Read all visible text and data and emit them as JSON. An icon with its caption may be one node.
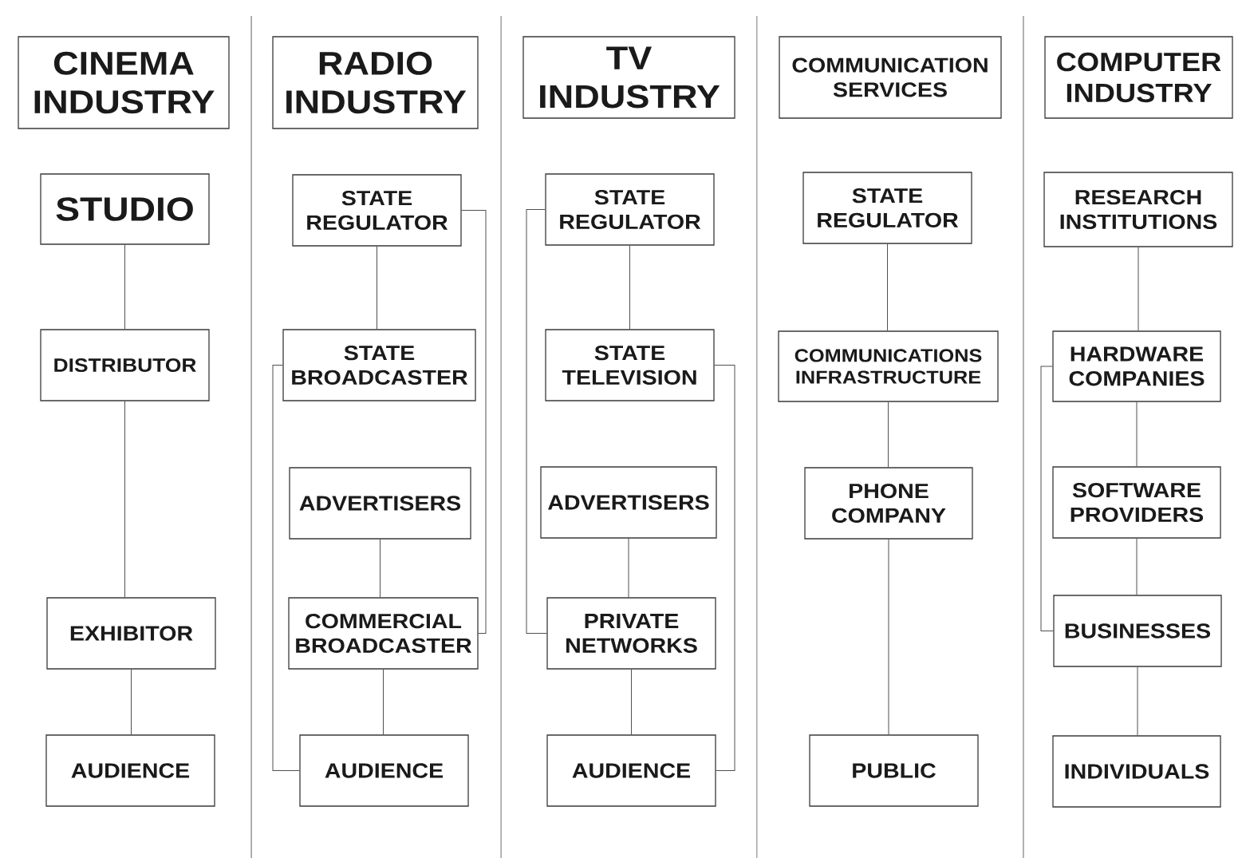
{
  "diagram": {
    "nodes": [
      {
        "text": [
          "CINEMA INDUSTRY"
        ]
      },
      {
        "text": [
          "STUDIO"
        ]
      },
      {
        "text": [
          "DISTRIBUTOR"
        ]
      },
      {
        "text": [
          "EXHIBITOR"
        ]
      },
      {
        "text": [
          "AUDIENCE"
        ]
      },
      {
        "text": [
          "RADIO INDUSTRY"
        ]
      },
      {
        "text": [
          "STATE REGULATOR"
        ]
      },
      {
        "text": [
          "STATE BROADCASTER"
        ]
      },
      {
        "text": [
          "ADVERTISERS"
        ]
      },
      {
        "text": [
          "COMMERCIAL BROADCASTER"
        ]
      },
      {
        "text": [
          "AUDIENCE"
        ]
      },
      {
        "text": [
          "TV INDUSTRY"
        ]
      },
      {
        "text": [
          "STATE REGULATOR"
        ]
      },
      {
        "text": [
          "STATE TELEVISION"
        ]
      },
      {
        "text": [
          "ADVERTISERS"
        ]
      },
      {
        "text": [
          "PRIVATE NETWORKS"
        ]
      },
      {
        "text": [
          "AUDIENCE"
        ]
      },
      {
        "text": [
          "COMMUNICATION SERVICES"
        ]
      },
      {
        "text": [
          "STATE REGULATOR"
        ]
      },
      {
        "text": [
          "COMMUNICATIONS INFRASTRUCTURE"
        ]
      },
      {
        "text": [
          "PHONE COMPANY"
        ]
      },
      {
        "text": [
          "PUBLIC"
        ]
      },
      {
        "text": [
          "COMPUTER INDUSTRY"
        ]
      },
      {
        "text": [
          "RESEARCH INSTITUTIONS"
        ]
      },
      {
        "text": [
          "HARDWARE COMPANIES"
        ]
      },
      {
        "text": [
          "SOFTWARE PROVIDERS"
        ]
      },
      {
        "text": [
          "BUSINESSES"
        ]
      },
      {
        "text": [
          "INDIVIDUALS"
        ]
      }
    ],
    "edges": [
      {
        "from": 1,
        "to": 2,
        "arrow": "none"
      },
      {
        "from": 2,
        "to": 3,
        "arrow": "none"
      },
      {
        "from": 3,
        "to": 4,
        "arrow": "none"
      },
      {
        "from": 6,
        "to": 7,
        "arrow": "none"
      },
      {
        "from": 6,
        "to": 9,
        "arrow": "none"
      },
      {
        "from": 7,
        "to": 10,
        "arrow": "none"
      },
      {
        "from": 8,
        "to": 9,
        "arrow": "none"
      },
      {
        "from": 9,
        "to": 10,
        "arrow": "none"
      },
      {
        "from": 12,
        "to": 13,
        "arrow": "none"
      },
      {
        "from": 12,
        "to": 15,
        "arrow": "none"
      },
      {
        "from": 13,
        "to": 16,
        "arrow": "none"
      },
      {
        "from": 14,
        "to": 15,
        "arrow": "none"
      },
      {
        "from": 15,
        "to": 16,
        "arrow": "none"
      },
      {
        "from": 18,
        "to": 19,
        "arrow": "none"
      },
      {
        "from": 19,
        "to": 20,
        "arrow": "none"
      },
      {
        "from": 20,
        "to": 21,
        "arrow": "none"
      },
      {
        "from": 23,
        "to": 24,
        "arrow": "none"
      },
      {
        "from": 24,
        "to": 25,
        "arrow": "none"
      },
      {
        "from": 24,
        "to": 26,
        "arrow": "none"
      },
      {
        "from": 25,
        "to": 26,
        "arrow": "none"
      },
      {
        "from": 26,
        "to": 27,
        "arrow": "none"
      }
    ]
  }
}
